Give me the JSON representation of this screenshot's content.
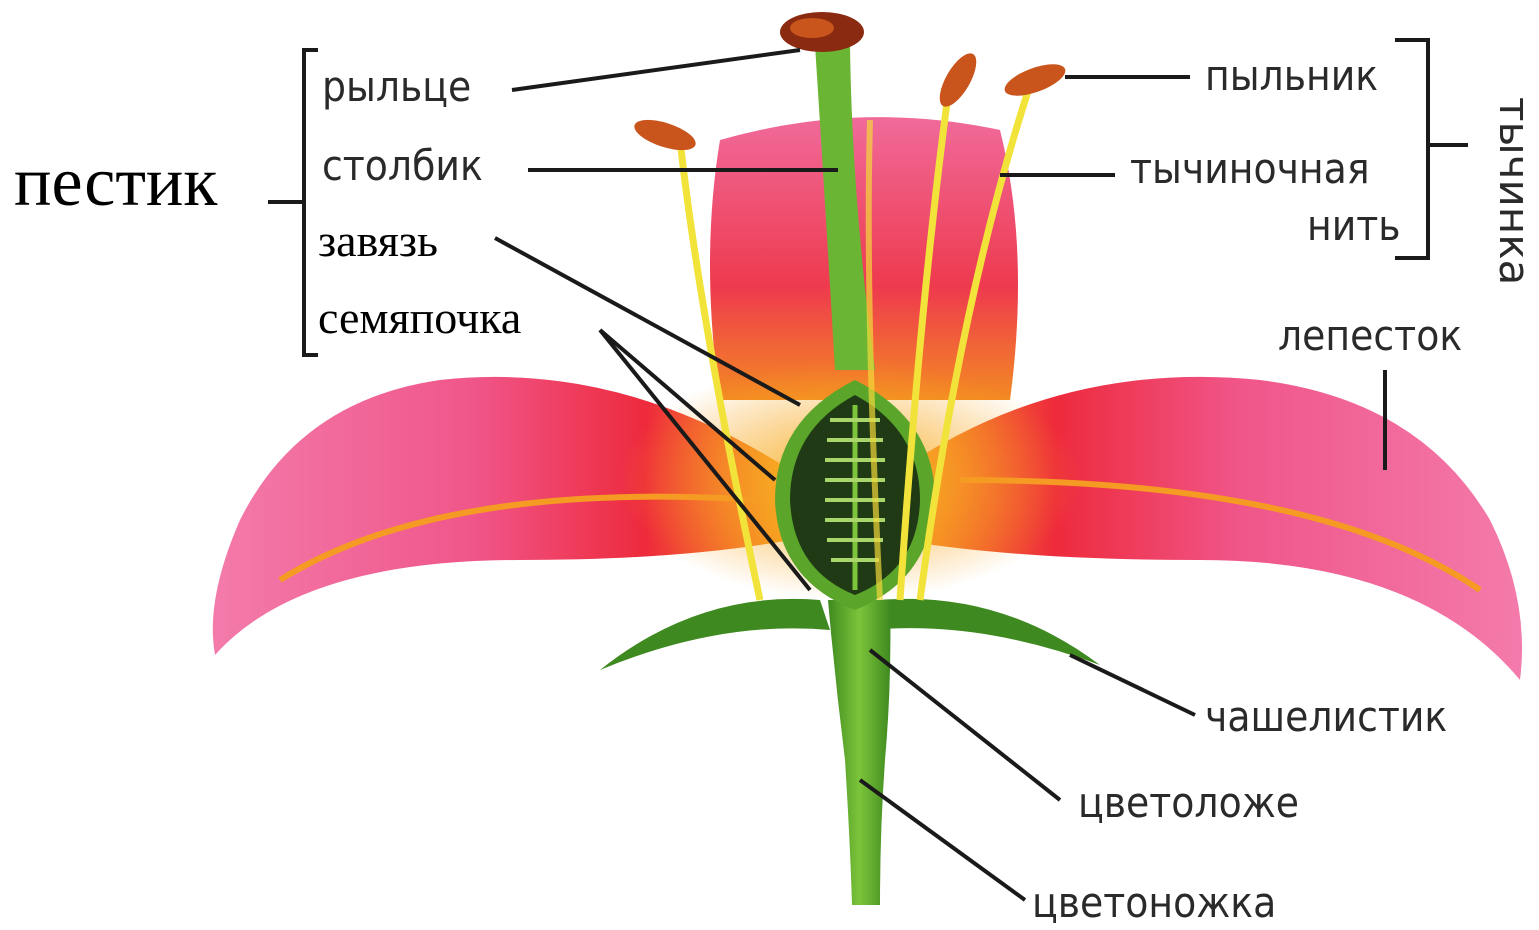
{
  "labels": {
    "pistil": "пестик",
    "stigma": "рыльце",
    "style": "столбик",
    "ovary": "завязь",
    "ovule": "семяпочка",
    "anther": "пыльник",
    "filament_line1": "тычиночная",
    "filament_line2": "нить",
    "stamen": "тычинка",
    "petal": "лепесток",
    "sepal": "чашелистик",
    "receptacle": "цветоложе",
    "pedicel": "цветоножка"
  },
  "colors": {
    "petal_pink": "#f0568a",
    "petal_red": "#ee2a3c",
    "petal_orange": "#f7a21e",
    "stem_green": "#5aa52a",
    "ovary_dark": "#1f3a14",
    "filament_yellow": "#f2e33a",
    "anther_orange": "#c9541c",
    "leader_line": "#1a1a1a"
  }
}
